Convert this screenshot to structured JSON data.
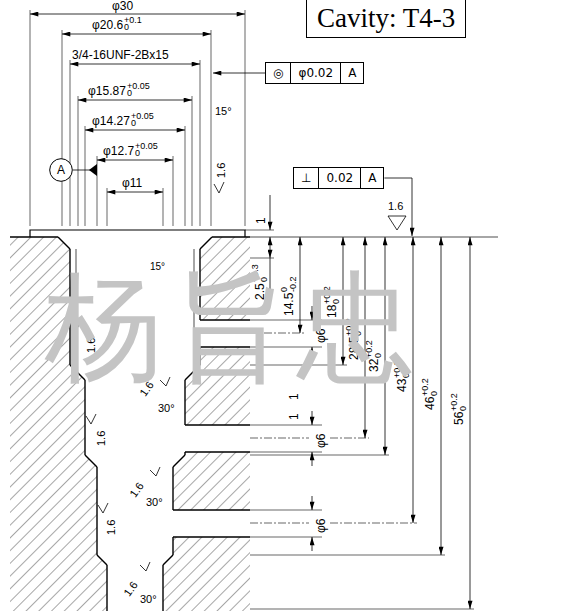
{
  "diagram": {
    "nodes": [
      {
        "text": [
          "Cavity: T4-3"
        ]
      },
      {
        "text": [
          "◎",
          "φ0.02",
          "A"
        ]
      },
      {
        "text": [
          "A"
        ]
      },
      {
        "text": [
          "⊥",
          "0.02",
          "A"
        ]
      }
    ],
    "labels": [
      "φ30",
      "φ20.6",
      "+0.1",
      "0",
      "3/4-16UNF-2Bx15",
      "φ15.87",
      "+0.05",
      "0",
      "φ14.27",
      "+0.05",
      "0",
      "φ12.7",
      "+0.05",
      "0",
      "φ11",
      "15°",
      "1.6",
      "1.6",
      "1",
      "2.5",
      "+0.3",
      "0",
      "14.5",
      "0",
      "-0.2",
      "18",
      "+0.2",
      "0",
      "28.5",
      "+0.2",
      "0",
      "32",
      "+0.2",
      "0",
      "43",
      "+0.2",
      "0",
      "46",
      "+0.2",
      "0",
      "56",
      "+0.2",
      "0",
      "φ6",
      "φ6",
      "φ6",
      "1",
      "1",
      "1.6",
      "1.6",
      "1.6",
      "1.6",
      "1.6",
      "1.6",
      "30°",
      "30°",
      "30°",
      "15°",
      "杨旨忠"
    ]
  }
}
